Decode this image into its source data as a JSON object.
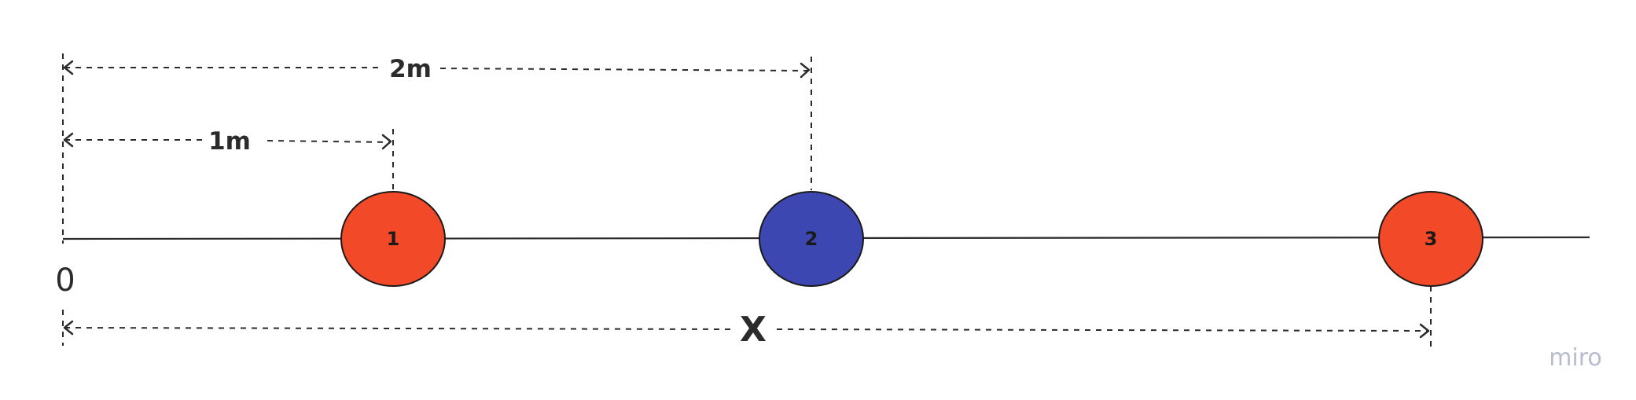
{
  "diagram": {
    "origin_label": "0",
    "dimension_labels": {
      "one": "1m",
      "two": "2m",
      "x": "X"
    },
    "nodes": [
      {
        "label": "1",
        "color": "#f24a28"
      },
      {
        "label": "2",
        "color": "#3d47b2"
      },
      {
        "label": "3",
        "color": "#f24a28"
      }
    ],
    "watermark": "miro"
  }
}
